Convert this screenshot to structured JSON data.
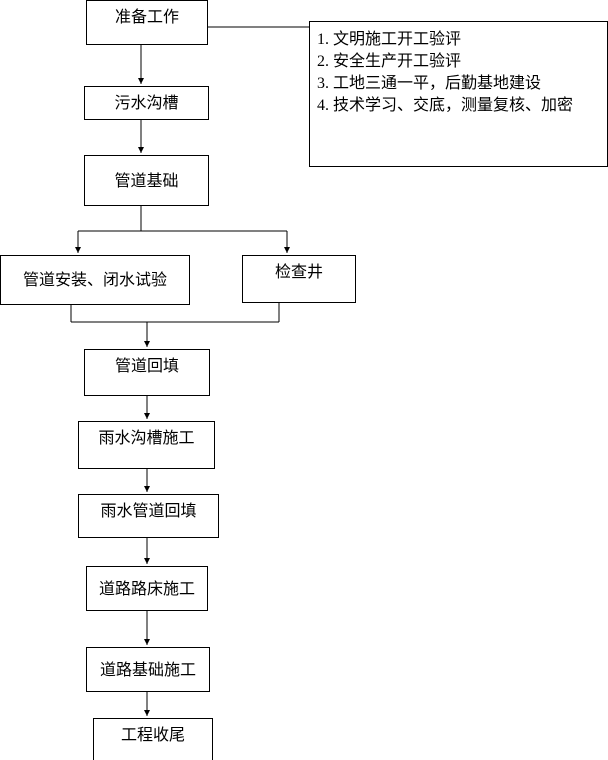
{
  "flow": {
    "prepare": "准备工作",
    "sewage_trench": "污水沟槽",
    "pipe_foundation": "管道基础",
    "pipe_install": "管道安装、闭水试验",
    "inspection_well": "检查井",
    "pipe_backfill": "管道回填",
    "rain_trench": "雨水沟槽施工",
    "rain_pipe_backfill": "雨水管道回填",
    "road_bed": "道路路床施工",
    "road_base": "道路基础施工",
    "finish": "工程收尾"
  },
  "notes": [
    "1. 文明施工开工验评",
    "2. 安全生产开工验评",
    "3. 工地三通一平，后勤基地建设",
    "4. 技术学习、交底，测量复核、加密"
  ]
}
